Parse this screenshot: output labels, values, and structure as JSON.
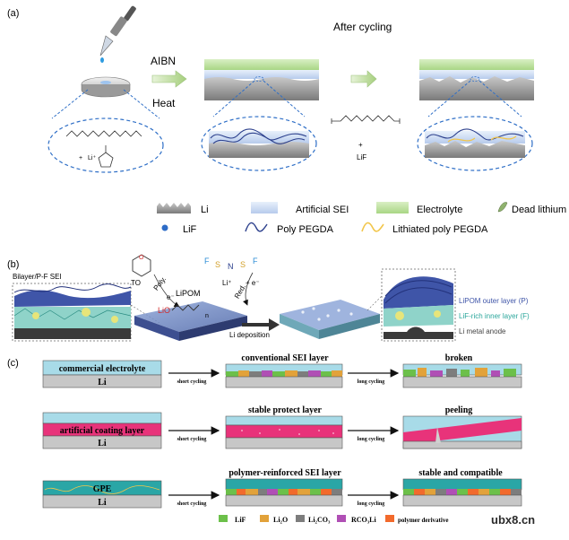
{
  "panel_a": {
    "label": "(a)",
    "after_cycling": "After cycling",
    "aibn": "AIBN",
    "heat": "Heat",
    "li_plus": "Li⁺",
    "plus": "+",
    "lif_product": "LiF",
    "legend": {
      "li": "Li",
      "artificial_sei": "Artificial SEI",
      "electrolyte": "Electrolyte",
      "dead_lithium": "Dead lithium",
      "lif": "LiF",
      "poly_pegda": "Poly PEGDA",
      "lithiated_poly_pegda": "Lithiated poly PEGDA"
    }
  },
  "panel_b": {
    "label": "(b)",
    "bilayer": "Bilayer/P-F SEI",
    "to": "TO",
    "poly": "Poly.",
    "e_minus": "e⁻",
    "li_plus": "Li⁺",
    "lipom": "LiPOM",
    "lio": "LiO",
    "n_sub": "n",
    "red": "Red.",
    "plus_e": "+ e⁻",
    "li_deposition": "Li deposition",
    "outer_layer": "LiPOM outer layer (P)",
    "inner_layer": "LiF-rich inner layer (F)",
    "anode": "Li metal anode",
    "f1": "F",
    "f2": "F",
    "n_atom": "N",
    "s1": "S",
    "s2": "S"
  },
  "panel_c": {
    "label": "(c)",
    "row1_left": "commercial electrolyte",
    "row1_li": "Li",
    "row1_mid_title": "conventional SEI layer",
    "row1_right_title": "broken",
    "row2_left": "artificial coating layer",
    "row2_li": "Li",
    "row2_mid_title": "stable protect layer",
    "row2_right_title": "peeling",
    "row3_left": "GPE",
    "row3_li": "Li",
    "row3_mid_title": "polymer-reinforced SEI layer",
    "row3_right_title": "stable and compatible",
    "short_cycling": "short cycling",
    "long_cycling": "long cycling",
    "legend": {
      "lif": "LiF",
      "li2o": "Li₂O",
      "li2co3": "Li₂CO₃",
      "rco3li": "RCO₃Li",
      "polymer": "polymer derivative"
    }
  },
  "watermark": "ubx8.cn",
  "colors": {
    "li_gray": "#9b9b9b",
    "sei_blue": "#c9d9f0",
    "electrolyte_green": "#b8dc95",
    "lif_blue": "#2d6cc7",
    "pegda_navy": "#2b3f8c",
    "lithiated_yellow": "#f2c64b",
    "c_light_blue": "#a8dbe8",
    "c_pink": "#e8337a",
    "c_teal": "#2aa6a6",
    "c_lif_green": "#6cc04a",
    "c_li2o_orange": "#e2a23a",
    "c_li2co3_gray": "#7d7d7d",
    "c_rco3li_purple": "#b04fb5",
    "c_polymer_orange": "#f26a2c"
  }
}
